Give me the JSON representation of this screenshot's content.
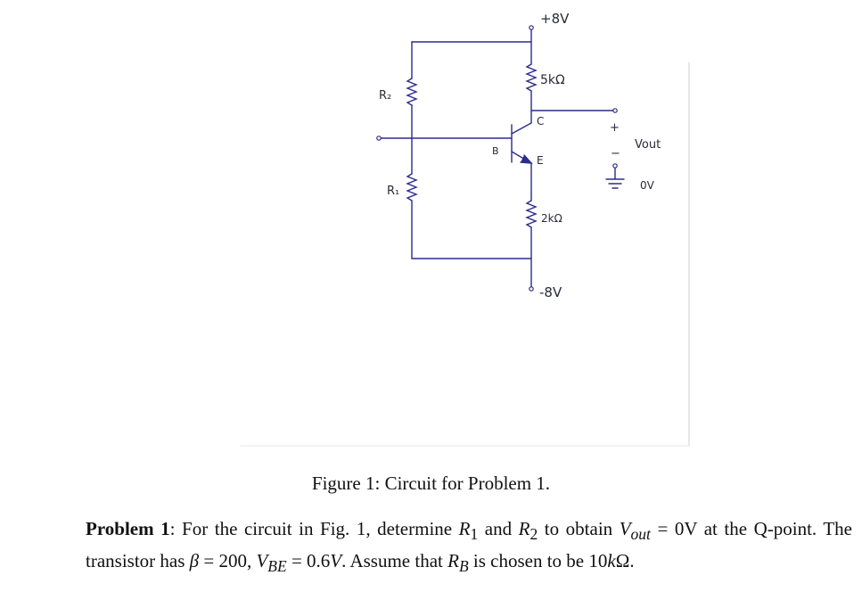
{
  "figure": {
    "labels": {
      "vcc": "+8V",
      "rc": "5kΩ",
      "collector": "C",
      "base": "B",
      "emitter": "E",
      "re": "2kΩ",
      "vee": "-8V",
      "r2": "R₂",
      "r1": "R₁",
      "plus": "+",
      "minus": "−",
      "vout": "Vout",
      "ground": "0V"
    },
    "caption": "Figure 1: Circuit for Problem 1."
  },
  "problem": {
    "heading": "Problem 1",
    "text_1": ": For the circuit in Fig. 1, determine ",
    "r1": "R",
    "r1_sub": "1",
    "text_and": " and ",
    "r2": "R",
    "r2_sub": "2",
    "text_2": " to obtain ",
    "vout": "V",
    "vout_sub": "out",
    "text_3": " = 0V at the Q-point. The transistor has ",
    "beta": "β",
    "text_4": " = 200, ",
    "vbe": "V",
    "vbe_sub": "BE",
    "text_5": " = 0.6",
    "v_unit": "V",
    "text_6": ". Assume that ",
    "rb": "R",
    "rb_sub": "B",
    "text_7": " is chosen to be 10",
    "k": "k",
    "omega": "Ω",
    "text_8": "."
  }
}
